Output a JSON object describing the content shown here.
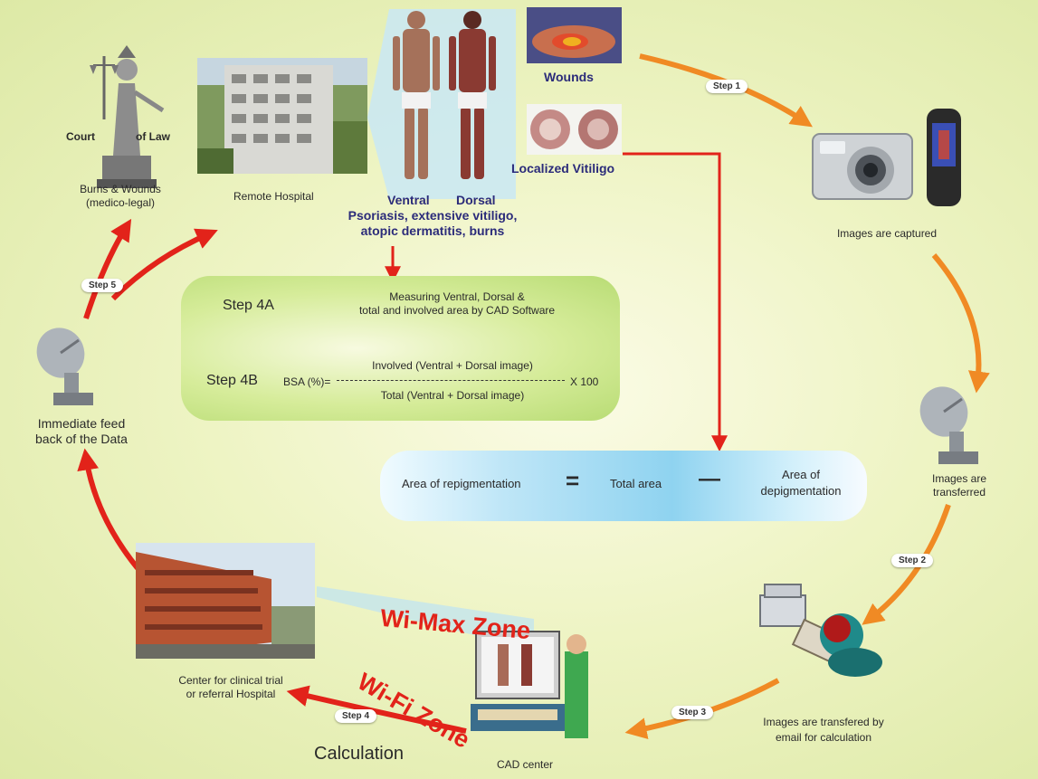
{
  "labels": {
    "court_left": "Court",
    "court_right": "of Law",
    "burns_wounds": "Burns & Wounds\n(medico-legal)",
    "remote_hospital": "Remote Hospital",
    "ventral": "Ventral",
    "dorsal": "Dorsal",
    "psoriasis": "Psoriasis, extensive vitiligo,\natopic dermatitis, burns",
    "wounds": "Wounds",
    "localized_vitiligo": "Localized Vitiligo",
    "images_captured": "Images are captured",
    "images_transferred": "Images are\ntransferred",
    "images_email": "Images are transfered by\nemail for calculation",
    "cad_center": "CAD center",
    "calculation": "Calculation",
    "center_clinical": "Center for clinical trial\nor referral Hospital",
    "immediate_feedback": "Immediate feed\nback of the Data",
    "wimax": "Wi-Max Zone",
    "wifi": "Wi-Fi Zone"
  },
  "steps": {
    "step1": "Step 1",
    "step2": "Step 2",
    "step3": "Step 3",
    "step4": "Step 4",
    "step5": "Step 5"
  },
  "step4a": {
    "label": "Step 4A",
    "text": "Measuring Ventral, Dorsal  &\ntotal and involved area by CAD Software"
  },
  "step4b": {
    "label": "Step 4B",
    "bsa": "BSA (%)=",
    "numerator": "Involved (Ventral + Dorsal image)",
    "denominator": "Total (Ventral + Dorsal image)",
    "multiplier": "X 100"
  },
  "repigmentation": {
    "left": "Area of repigmentation",
    "equals": "=",
    "middle": "Total area",
    "minus": "—",
    "right": "Area of\ndepigmentation"
  },
  "colors": {
    "orange_arrow": "#f08a24",
    "red_arrow": "#e2231a",
    "zone_text": "#e2231a",
    "label_blue": "#2b2b7a"
  }
}
